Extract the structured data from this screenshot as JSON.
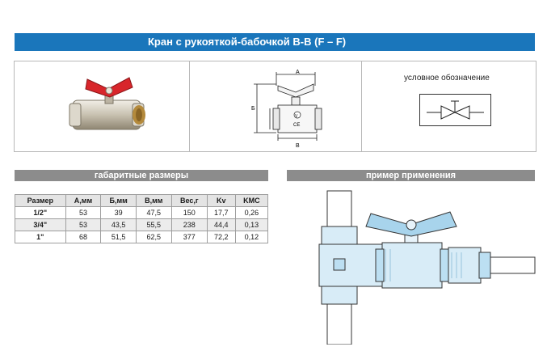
{
  "header": {
    "title": "Кран с рукояткой-бабочкой  B-B (F – F)"
  },
  "drawing": {
    "dim_a": "A",
    "dim_b": "B",
    "dim_b_mm": "Б",
    "valve_mark_ce": "CE",
    "valve_mark_v": "V"
  },
  "legend": {
    "caption": "условное обозначение"
  },
  "dimensions": {
    "title": "габаритные размеры",
    "columns": [
      "Размер",
      "A,мм",
      "Б,мм",
      "B,мм",
      "Вес,г",
      "Kv",
      "KMC"
    ],
    "rows": [
      [
        "1/2\"",
        "53",
        "39",
        "47,5",
        "150",
        "17,7",
        "0,26"
      ],
      [
        "3/4\"",
        "53",
        "43,5",
        "55,5",
        "238",
        "44,4",
        "0,13"
      ],
      [
        "1\"",
        "68",
        "51,5",
        "62,5",
        "377",
        "72,2",
        "0,12"
      ]
    ]
  },
  "usage": {
    "title": "пример применения"
  },
  "colors": {
    "title_bar": "#1a76bb",
    "section_bar": "#8c8c8c",
    "handle_red": "#d8262b",
    "handle_blue": "#a8d4ec",
    "body_blue": "#d8ecf7",
    "pipe": "#a9a9a9"
  }
}
